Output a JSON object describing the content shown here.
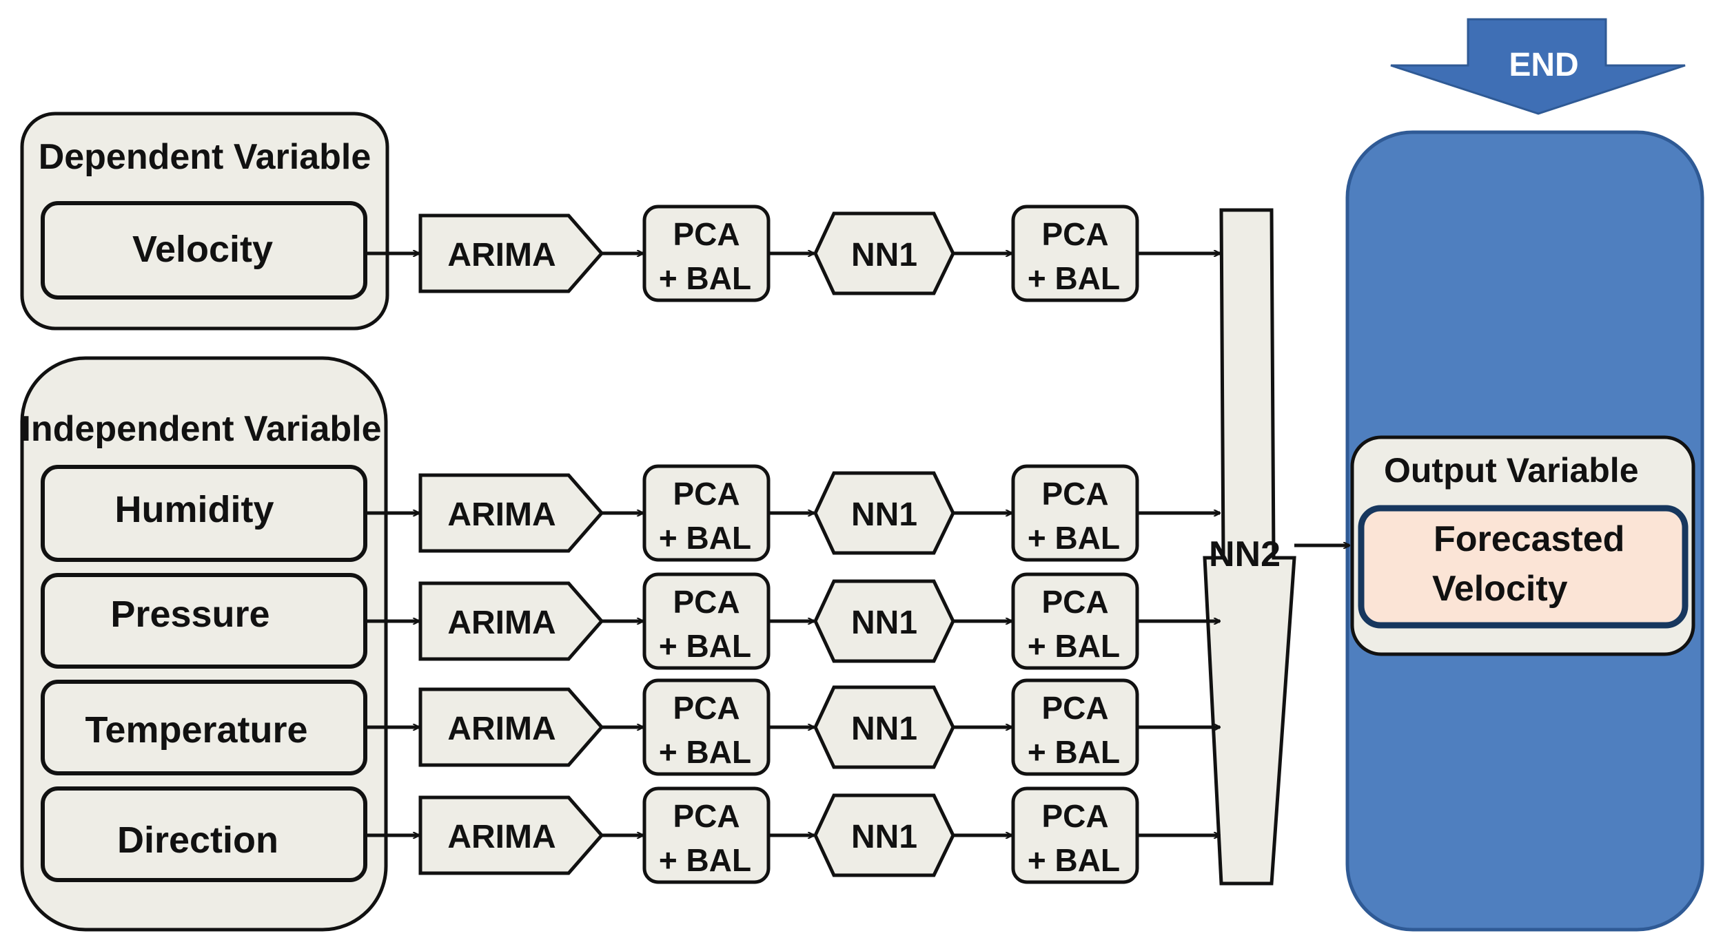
{
  "end_label": "END",
  "dependent": {
    "title": "Dependent Variable",
    "variables": [
      "Velocity"
    ]
  },
  "independent": {
    "title": "Independent Variable",
    "variables": [
      "Humidity",
      "Pressure",
      "Temperature",
      "Direction"
    ]
  },
  "stages": {
    "arima": "ARIMA",
    "pca_line1": "PCA",
    "pca_line2": "+ BAL",
    "nn1": "NN1",
    "nn2": "NN2"
  },
  "output": {
    "title": "Output Variable",
    "value_line1": "Forecasted",
    "value_line2": "Velocity"
  },
  "colors": {
    "box_fill": "#eeede6",
    "stroke": "#111111",
    "output_panel": "#4f7fbf",
    "output_panel_stroke": "#2f5a95",
    "forecast_fill": "#fbe4d6",
    "forecast_stroke": "#17375e",
    "end_arrow": "#3f6fb5"
  }
}
